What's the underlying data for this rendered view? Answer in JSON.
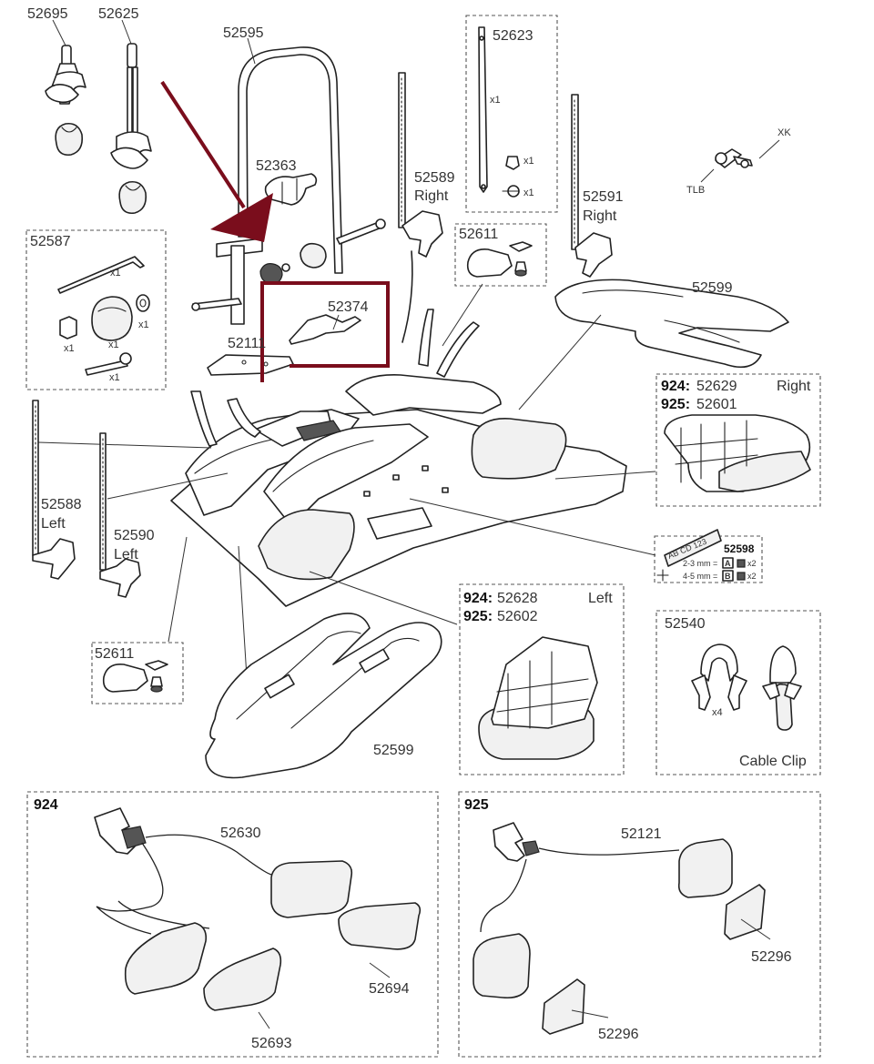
{
  "labels": {
    "p52695": "52695",
    "p52625": "52625",
    "p52595": "52595",
    "p52623": "52623",
    "p52363": "52363",
    "p52589": "52589",
    "p52589_side": "Right",
    "p52591": "52591",
    "p52591_side": "Right",
    "xk": "XK",
    "tlb": "TLB",
    "p52587": "52587",
    "p52611_top": "52611",
    "p52374": "52374",
    "p52599_top": "52599",
    "p52111": "52111",
    "v924_right_prefix": "924:",
    "v924_right_part": "52629",
    "v925_right_prefix": "925:",
    "v925_right_part": "52601",
    "right": "Right",
    "p52588": "52588",
    "p52588_side": "Left",
    "p52590": "52590",
    "p52590_side": "Left",
    "p52598": "52598",
    "plate_text": "AB CD 123",
    "plate_a": "2-3 mm =",
    "plate_b": "4-5 mm =",
    "plate_a_letter": "A",
    "plate_b_letter": "B",
    "x2_a": "x2",
    "x2_b": "x2",
    "v924_left_prefix": "924:",
    "v924_left_part": "52628",
    "v925_left_prefix": "925:",
    "v925_left_part": "52602",
    "left": "Left",
    "p52540": "52540",
    "cable_clip": "Cable Clip",
    "x4": "x4",
    "p52611_bottom": "52611",
    "p52599_bottom": "52599",
    "set924": "924",
    "p52630": "52630",
    "p52694": "52694",
    "p52693": "52693",
    "set925": "925",
    "p52121": "52121",
    "p52296_a": "52296",
    "p52296_b": "52296"
  },
  "quantities": {
    "hex_key": "x1",
    "knob": "x1",
    "washer": "x1",
    "spacer": "x1",
    "bolt": "x1",
    "strap_52623": "x1",
    "nut_52623": "x1",
    "washer_52623": "x1"
  },
  "colors": {
    "highlight": "#7a0d1c",
    "line": "#222222"
  }
}
